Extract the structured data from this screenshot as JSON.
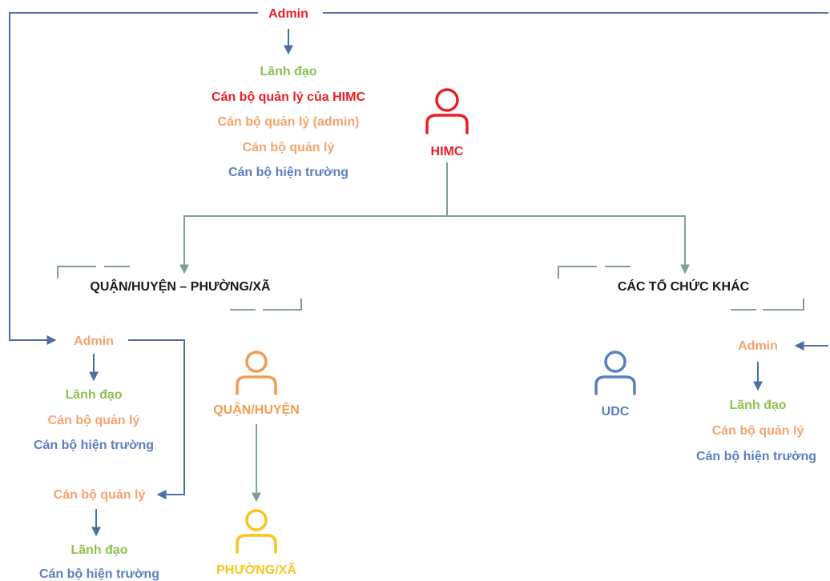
{
  "colors": {
    "red": "#ee1c25",
    "green": "#8cc152",
    "orange": "#f4a46e",
    "blue": "#5b7fc0",
    "connector_gray": "#7f9f9c",
    "admin_line": "#4a6fa5",
    "district_icon": "#f39c4f",
    "ward_icon": "#f7c51e",
    "udc_icon": "#5b7fc0"
  },
  "top": {
    "admin": "Admin",
    "roles": [
      "Lãnh đạo",
      "Cán bộ quản lý của HIMC",
      "Cán bộ quản lý (admin)",
      "Cán bộ quản lý",
      "Cán bộ hiện trường"
    ]
  },
  "himc": {
    "label": "HIMC",
    "icon": "user-icon"
  },
  "branches": {
    "district_ward": "QUẬN/HUYỆN – PHƯỜNG/XÃ",
    "other_orgs": "CÁC TỔ CHỨC KHÁC"
  },
  "district_block": {
    "admin": "Admin",
    "roles": [
      "Lãnh đạo",
      "Cán bộ quản lý",
      "Cán bộ hiện trường"
    ],
    "manager": "Cán bộ quản lý",
    "manager_roles": [
      "Lãnh đạo",
      "Cán bộ hiện trường"
    ]
  },
  "district_icon": {
    "label": "QUẬN/HUYỆN",
    "icon": "user-icon"
  },
  "ward_icon": {
    "label": "PHƯỜNG/XÃ",
    "icon": "user-icon"
  },
  "udc": {
    "label": "UDC",
    "icon": "user-icon"
  },
  "other_block": {
    "admin": "Admin",
    "roles": [
      "Lãnh đạo",
      "Cán bộ quản lý",
      "Cán bộ hiện trường"
    ]
  }
}
